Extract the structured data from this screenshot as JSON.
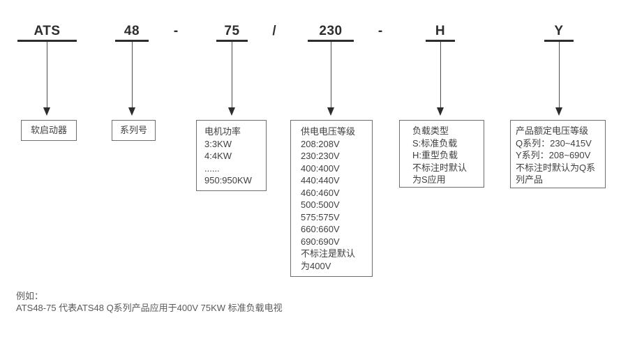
{
  "model_code": {
    "segments": [
      {
        "code": "ATS",
        "box_lines": [
          "软启动器"
        ]
      },
      {
        "code": "48",
        "box_lines": [
          "系列号"
        ]
      },
      {
        "code": "75",
        "box_lines": [
          "电机功率",
          "3:3KW",
          "4:4KW",
          "......",
          "950:950KW"
        ]
      },
      {
        "code": "230",
        "box_lines": [
          "供电电压等级",
          "208:208V",
          "230:230V",
          "400:400V",
          "440:440V",
          "460:460V",
          "500:500V",
          "575:575V",
          "660:660V",
          "690:690V",
          "不标注是默认",
          "为400V"
        ]
      },
      {
        "code": "H",
        "box_lines": [
          "负载类型",
          "S:标准负载",
          "H:重型负载",
          "不标注时默认",
          "为S应用"
        ]
      },
      {
        "code": "Y",
        "box_lines": [
          "产品额定电压等级",
          "Q系列：230~415V",
          "Y系列：208~690V",
          "不标注时默认为Q系",
          "列产品"
        ]
      }
    ],
    "separators": [
      "-",
      "/",
      "-"
    ]
  },
  "example": {
    "label": "例如：",
    "line": "ATS48-75 代表ATS48 Q系列产品应用于400V 75KW 标准负载电视"
  },
  "colors": {
    "background": "#ffffff",
    "code_text": "#2d2d2d",
    "underline": "#2d2d2d",
    "arrow_line": "#4d4d4d",
    "box_border": "#6e6e6e",
    "box_text": "#3f3f3f",
    "example_text": "#5a5a5a"
  }
}
